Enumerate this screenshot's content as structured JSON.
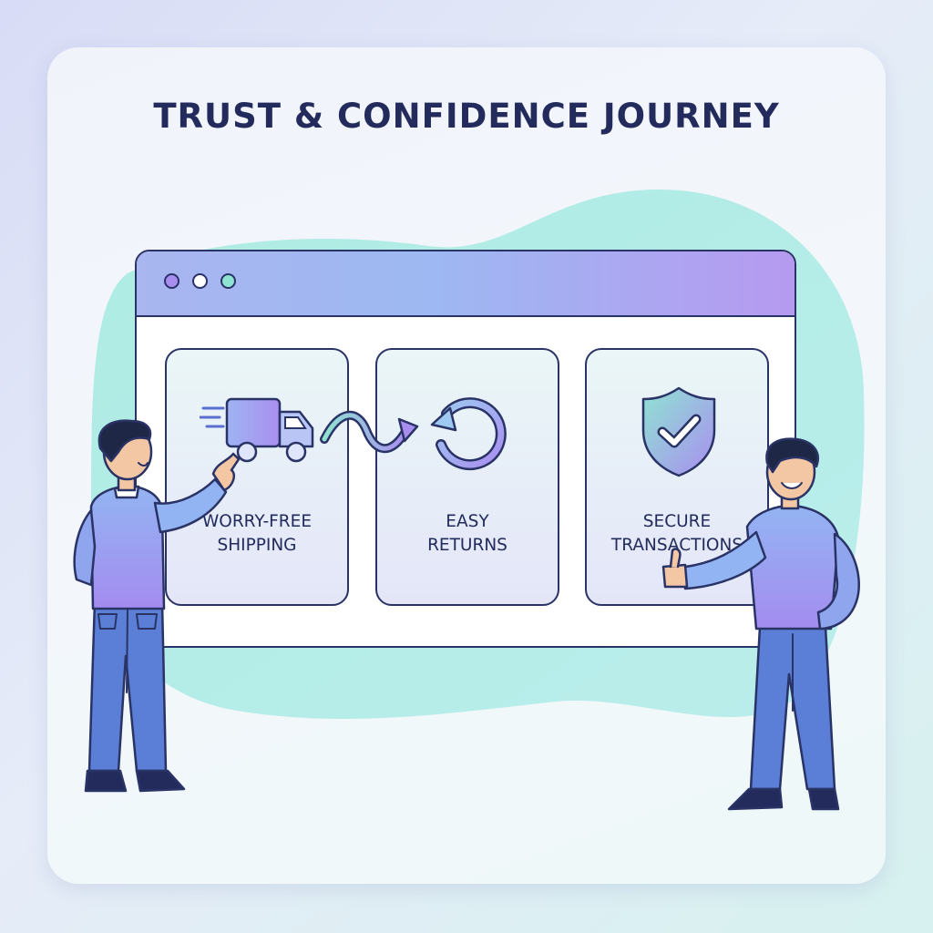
{
  "title": "TRUST & CONFIDENCE JOURNEY",
  "colors": {
    "navy": "#232b5c",
    "mint": "#8fe3d2",
    "lavender": "#a98ef0",
    "periwinkle": "#9db8f2",
    "skin": "#f4c7a4",
    "hair": "#1f2747",
    "sweater": "#8f9cf0",
    "jeans": "#5b7fd6"
  },
  "browser": {
    "window_controls": [
      "close",
      "minimize",
      "maximize"
    ]
  },
  "features": [
    {
      "label": "WORRY-FREE\nSHIPPING",
      "icon": "delivery-truck-icon"
    },
    {
      "label": "EASY\nRETURNS",
      "icon": "return-arrow-icon"
    },
    {
      "label": "SECURE\nTRANSACTIONS",
      "icon": "shield-check-icon"
    }
  ]
}
